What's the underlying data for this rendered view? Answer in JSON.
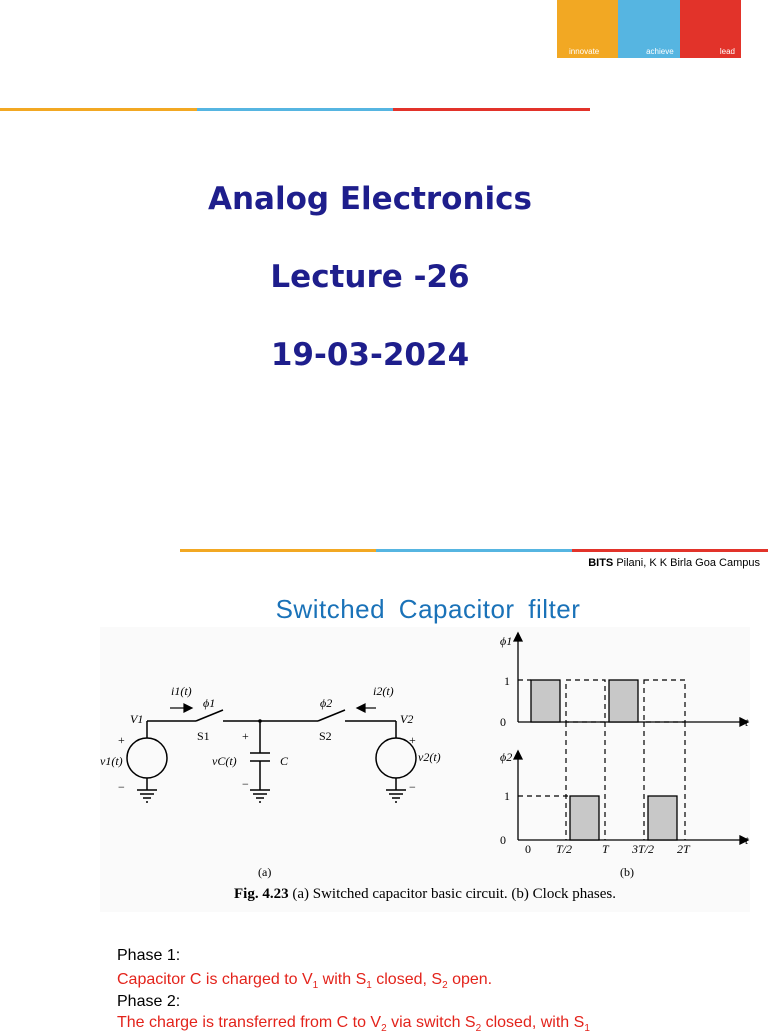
{
  "logo": {
    "labels": [
      "innovate",
      "achieve",
      "lead"
    ],
    "colors": [
      "#f2a823",
      "#56b5e1",
      "#e2332a"
    ]
  },
  "divider_colors": [
    "#f2a823",
    "#56b5e1",
    "#e2332a"
  ],
  "slide1": {
    "title": "Analog Electronics",
    "lecture": "Lecture -26",
    "date": "19-03-2024",
    "footer_bold": "BITS",
    "footer_text": " Pilani, K K Birla Goa Campus"
  },
  "slide2": {
    "title": "Switched  Capacitor  filter",
    "figure": {
      "caption_bold": "Fig. 4.23",
      "caption_text": " (a) Switched capacitor basic circuit. (b) Clock phases.",
      "label_a": "(a)",
      "label_b": "(b)",
      "circuit": {
        "i1": "i1(t)",
        "i2": "i2(t)",
        "phi1": "ϕ1",
        "phi2": "ϕ2",
        "V1": "V1",
        "V2": "V2",
        "S1": "S1",
        "S2": "S2",
        "v1": "v1(t)",
        "v2": "v2(t)",
        "vC": "vC(t)",
        "C": "C",
        "plus": "+",
        "minus": "−"
      },
      "clock": {
        "phi1_label": "ϕ1",
        "phi2_label": "ϕ2",
        "one": "1",
        "zero": "0",
        "t": "t",
        "ticks": [
          "0",
          "T/2",
          "T",
          "3T/2",
          "2T"
        ]
      }
    },
    "phase1_label": "Phase 1:",
    "phase1_text": {
      "a": " Capacitor C is charged to V",
      "s1": "1",
      "b": " with S",
      "s2": "1",
      "c": " closed, S",
      "s3": "2",
      "d": " open."
    },
    "phase2_label": "Phase 2:",
    "phase2_text": {
      "a": "The charge is transferred from C to V",
      "s1": "2",
      "b": " via switch S",
      "s2": "2",
      "c": " closed, with S",
      "s3": "1"
    }
  }
}
